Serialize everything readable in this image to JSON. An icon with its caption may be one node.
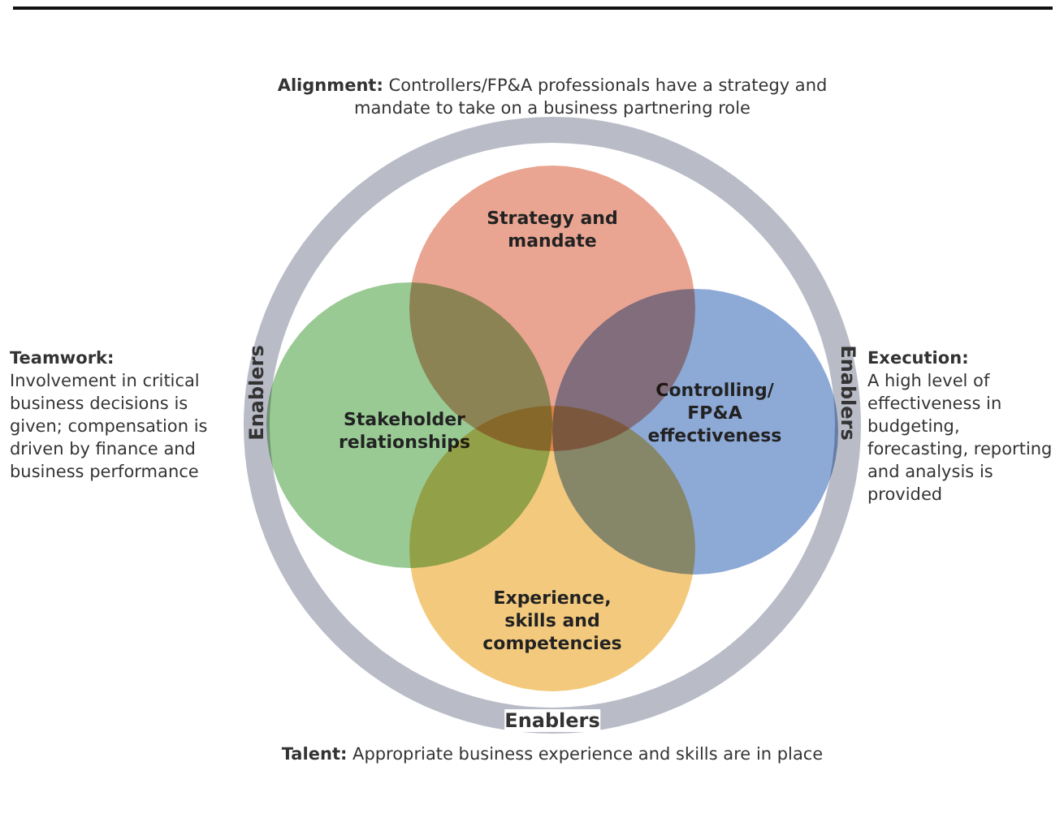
{
  "diagram": {
    "nodes": [
      {
        "text": [
          "Enablers",
          "Enablers",
          "Enablers"
        ]
      },
      {
        "text": [
          "Strategy and mandate"
        ],
        "in": 0
      },
      {
        "text": [
          "Stakeholder relationships"
        ],
        "in": 0
      },
      {
        "text": [
          "Controlling/ FP&A effectiveness"
        ],
        "in": 0
      },
      {
        "text": [
          "Experience, skills and competencies"
        ],
        "in": 0
      }
    ],
    "labels": [
      "**Alignment:** Controllers/FP&A professionals have a strategy and mandate to take on a business partnering role",
      "**Teamwork:** Involvement in critical business decisions is given; compensation is driven by finance and business performance",
      "**Execution:** A high level of effectiveness in budgeting, forecasting, reporting and analysis is provided",
      "**Talent:** Appropriate business experience and skills are in place"
    ]
  }
}
